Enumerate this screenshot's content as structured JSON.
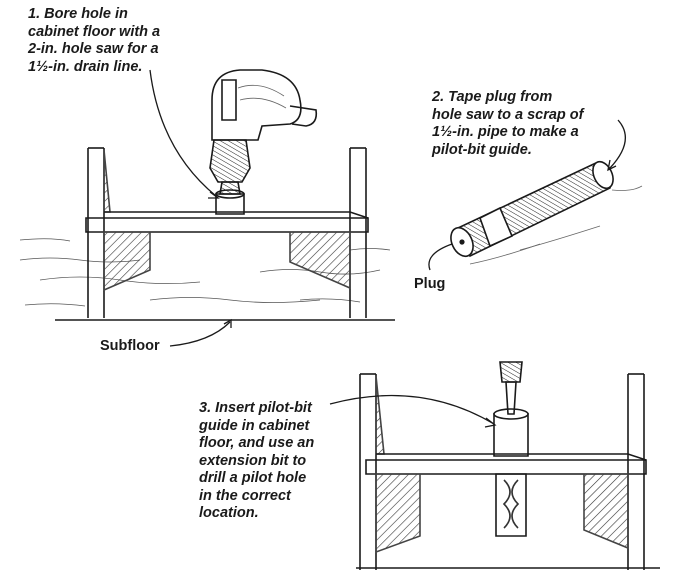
{
  "steps": [
    {
      "number": "1.",
      "text": "Bore hole in\ncabinet floor with a\n2-in. hole saw for a\n1½-in. drain line."
    },
    {
      "number": "2.",
      "text": "Tape plug from\nhole saw to a scrap of\n1½-in. pipe to make a\npilot-bit guide."
    },
    {
      "number": "3.",
      "text": "Insert pilot-bit\nguide in cabinet\nfloor, and use an\nextension bit to\ndrill a pilot hole\nin the correct\nlocation."
    }
  ],
  "labels": {
    "plug": "Plug",
    "subfloor": "Subfloor"
  },
  "icons": {
    "drill": "power-drill-icon",
    "pipe": "pipe-guide-icon"
  },
  "colors": {
    "ink": "#1a1a1a",
    "paper": "#ffffff"
  }
}
